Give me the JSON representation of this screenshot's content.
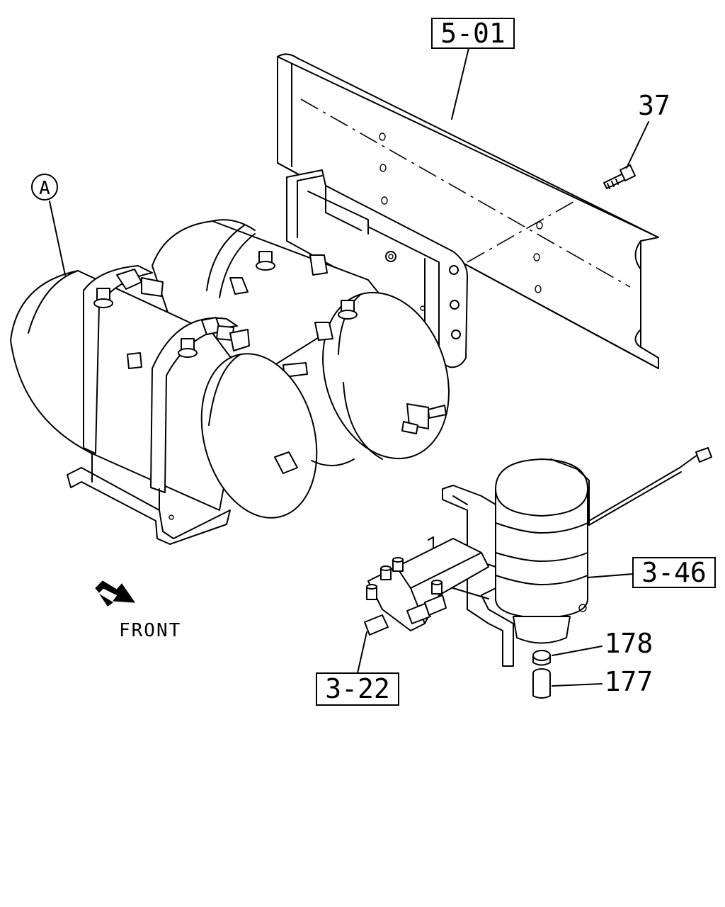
{
  "callouts": {
    "ref_5_01": "5-01",
    "part_37": "37",
    "detail_a": "A",
    "ref_3_46": "3-46",
    "part_178": "178",
    "part_177": "177",
    "ref_3_22": "3-22"
  },
  "direction": {
    "label": "FRONT",
    "arrow_icon": "front-arrow-icon"
  }
}
